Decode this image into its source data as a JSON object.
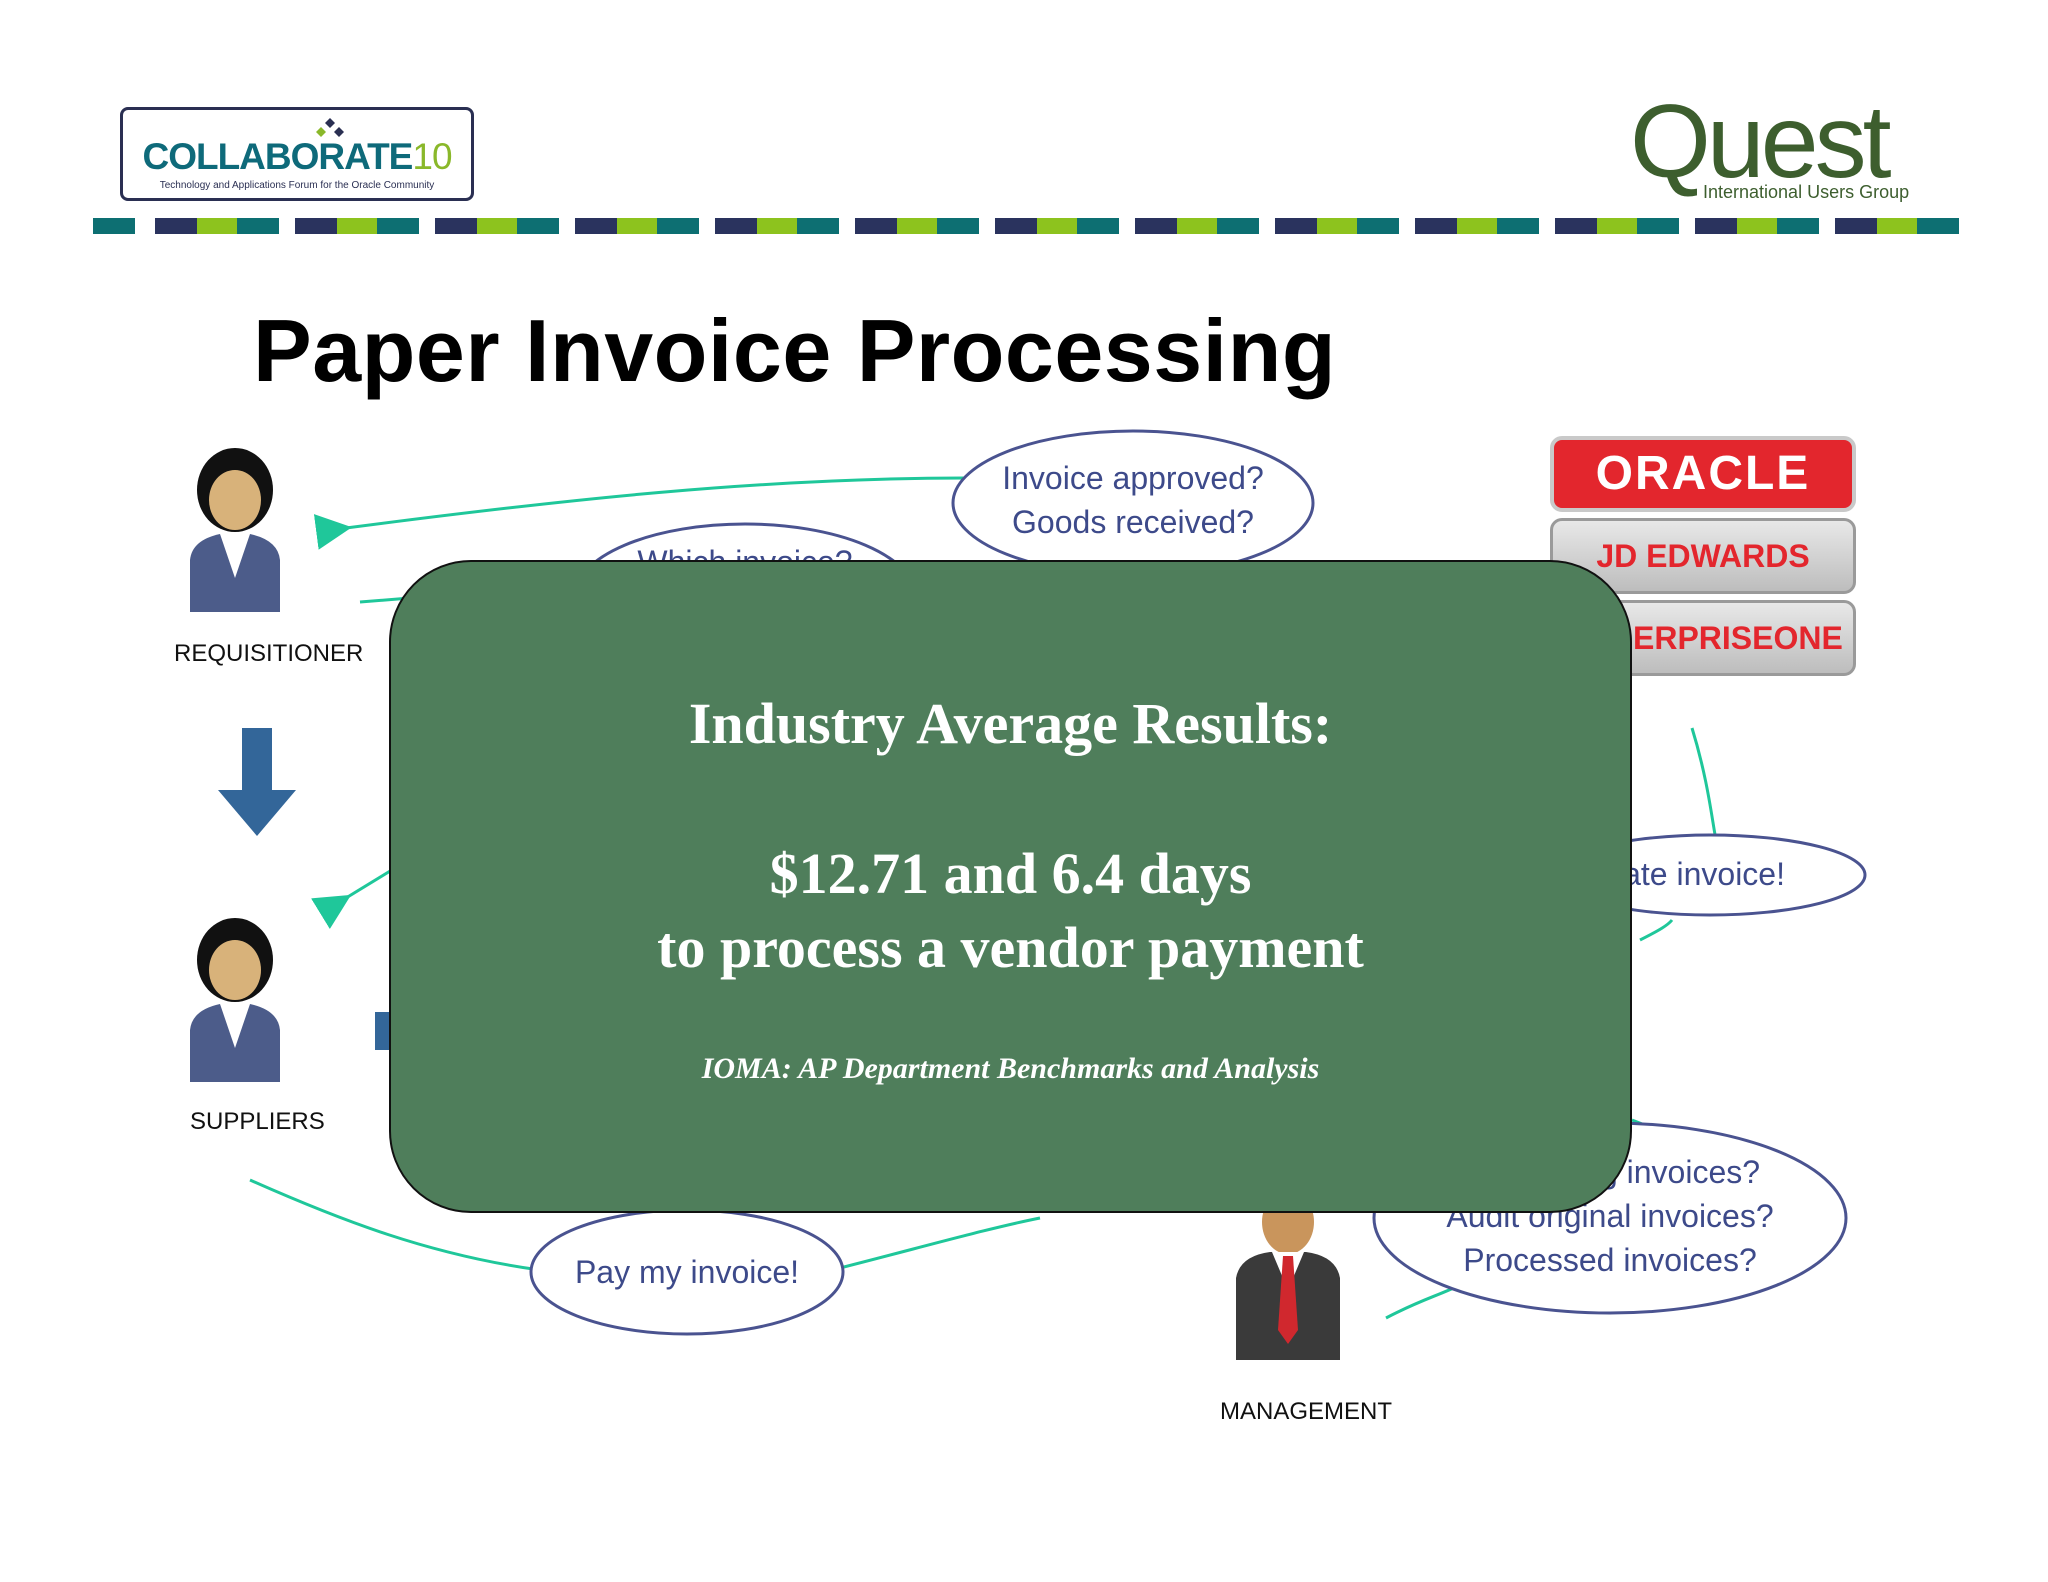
{
  "logo_left": {
    "brand": "COLLABORATE",
    "number": "10",
    "tagline": "Technology and Applications Forum for the Oracle Community"
  },
  "logo_right": {
    "brand": "Quest",
    "tagline": "International Users Group"
  },
  "slide": {
    "title": "Paper Invoice Processing"
  },
  "actors": {
    "requisitioner": "REQUISITIONER",
    "suppliers": "SUPPLIERS",
    "management": "MANAGEMENT"
  },
  "bubbles": {
    "approved_line1": "Invoice approved?",
    "approved_line2": "Goods received?",
    "which_invoice": "Which invoice?",
    "duplicate": "icate invoice!",
    "pay": "Pay my invoice!",
    "mgmt_line1": "g invoices?",
    "mgmt_line2": "Audit original invoices?",
    "mgmt_line3": "Processed invoices?"
  },
  "oracle_badge": {
    "oracle": "ORACLE",
    "jde": "JD EDWARDS",
    "enterpriseone": "ERPRISEONE"
  },
  "overlay": {
    "heading": "Industry Average Results:",
    "line1": "$12.71 and 6.4 days",
    "line2": "to process a vendor payment",
    "citation": "IOMA: AP Department Benchmarks and Analysis"
  },
  "colors": {
    "overlay_green": "#4f7e5b",
    "connector": "#1fc79a",
    "bubble_border": "#4a5390",
    "bubble_text": "#3d4a8a",
    "arrow_blue": "#336699",
    "oracle_red": "#e3262d",
    "stripe_navy": "#2a335e",
    "stripe_lime": "#8dc31e",
    "stripe_teal": "#0d6f72"
  },
  "icons": {
    "person": "person-icon",
    "arrow": "down-arrow-icon"
  }
}
